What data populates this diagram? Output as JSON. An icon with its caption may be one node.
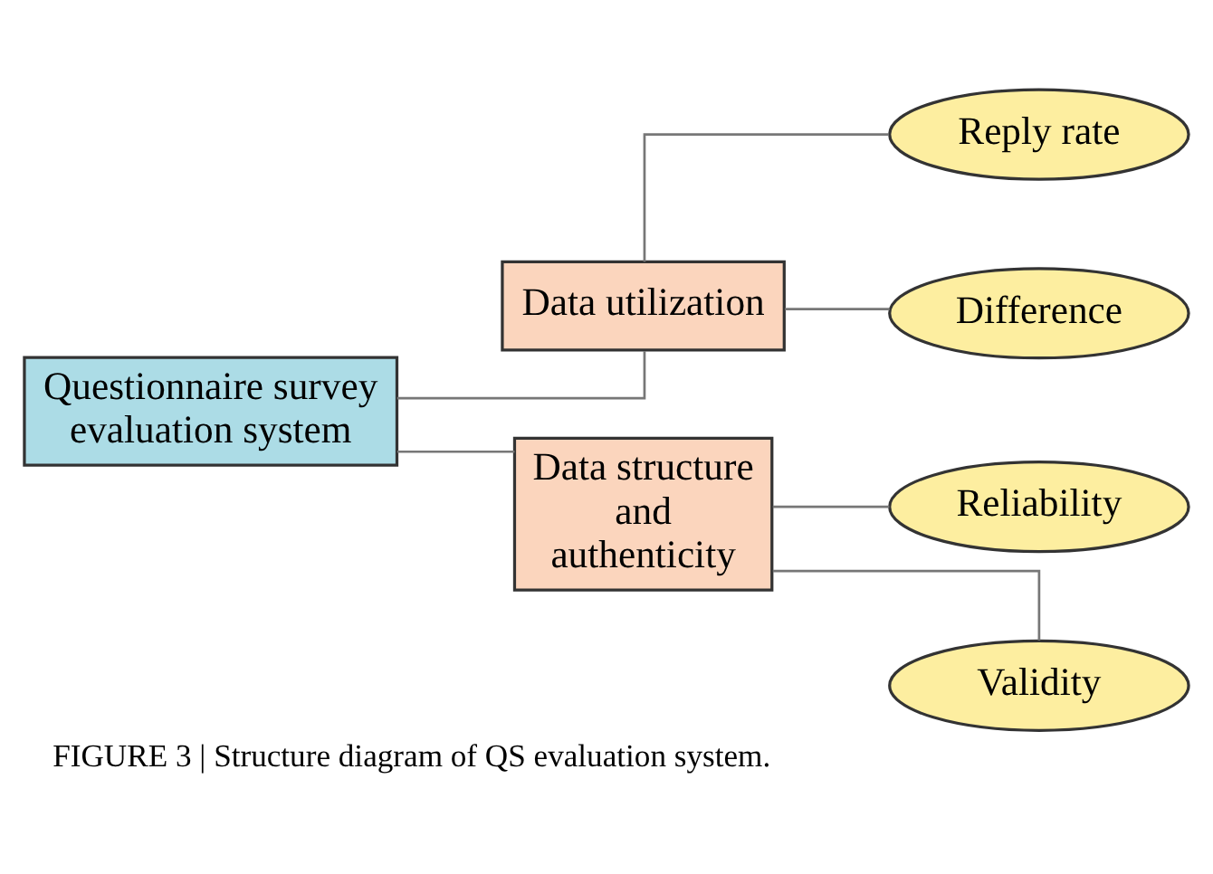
{
  "diagram": {
    "caption": "FIGURE 3 | Structure diagram of QS evaluation system.",
    "nodes": [
      {
        "text": [
          "Questionnaire survey evaluation system"
        ]
      },
      {
        "text": [
          "Data utilization"
        ]
      },
      {
        "text": [
          "Reply rate"
        ]
      },
      {
        "text": [
          "Difference"
        ]
      },
      {
        "text": [
          "Data structure and authenticity"
        ]
      },
      {
        "text": [
          "Reliability"
        ]
      },
      {
        "text": [
          "Validity"
        ]
      }
    ],
    "edges": [
      {
        "from": 0,
        "to": 1,
        "arrow": "none"
      },
      {
        "from": 0,
        "to": 4,
        "arrow": "none"
      },
      {
        "from": 1,
        "to": 2,
        "arrow": "none"
      },
      {
        "from": 1,
        "to": 3,
        "arrow": "none"
      },
      {
        "from": 4,
        "to": 5,
        "arrow": "none"
      },
      {
        "from": 4,
        "to": 6,
        "arrow": "none"
      }
    ]
  }
}
